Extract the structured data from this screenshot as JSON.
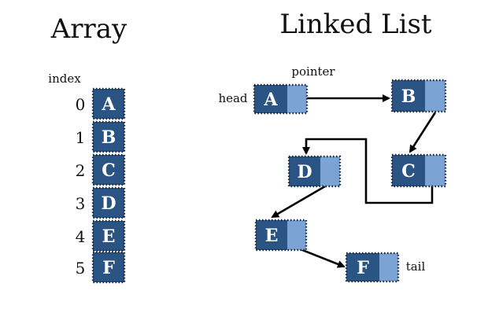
{
  "array": {
    "title": "Array",
    "index_label": "index",
    "cells": [
      {
        "index": "0",
        "value": "A"
      },
      {
        "index": "1",
        "value": "B"
      },
      {
        "index": "2",
        "value": "C"
      },
      {
        "index": "3",
        "value": "D"
      },
      {
        "index": "4",
        "value": "E"
      },
      {
        "index": "5",
        "value": "F"
      }
    ]
  },
  "linked_list": {
    "title": "Linked List",
    "pointer_label": "pointer",
    "head_label": "head",
    "tail_label": "tail",
    "nodes": [
      "A",
      "B",
      "C",
      "D",
      "E",
      "F"
    ]
  },
  "colors": {
    "data_cell": "#2a5484",
    "pointer_cell": "#7ba3d4",
    "border_dots": "#14263d"
  }
}
